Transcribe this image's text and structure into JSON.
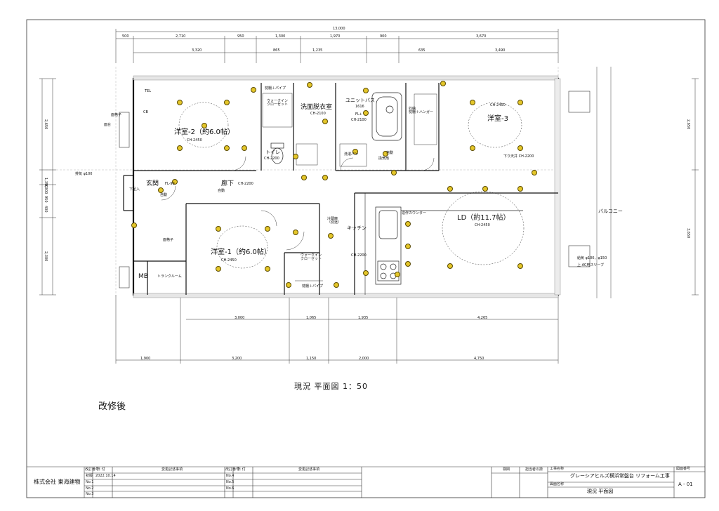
{
  "drawing": {
    "title": "現況 平面図 1：50",
    "stage_note": "改修後",
    "overall_dimension": "13,000",
    "top_dimensions": [
      "500",
      "2,710",
      "950",
      "1,300",
      "1,970",
      "900",
      "3,670"
    ],
    "top_dimensions_2": [
      "3,320",
      "865",
      "1,235",
      "635",
      "3,490"
    ],
    "bottom_dimensions": [
      "1,900",
      "3,200",
      "1,150",
      "2,000",
      "4,750"
    ],
    "bottom_dimensions_2": [
      "3,000",
      "1,065",
      "1,935",
      "4,265"
    ],
    "left_dimensions": [
      "2,650",
      "1,350",
      "950",
      "400",
      "2,300",
      "8,300"
    ],
    "right_dimensions": [
      "2,650",
      "3,650"
    ]
  },
  "rooms": {
    "yoshitsu2": "洋室-2（約6.0帖）",
    "yoshitsu2_ch": "CH-2450",
    "yoshitsu3": "洋室-3",
    "yoshitsu3_ch": "CH-2450",
    "yoshitsu1": "洋室-1（約6.0帖）",
    "yoshitsu1_ch": "CH-2450",
    "ld": "LD（約11.7帖）",
    "ld_ch": "CH-2450",
    "senmen": "洗面脱衣室",
    "senmen_ch": "CH-2100",
    "unit_bath": "ユニットバス",
    "unit_bath_sub": "1616",
    "unit_bath_ch": "FL+",
    "unit_bath_ch2": "CH-2100",
    "toilet": "トイレ",
    "toilet_ch": "CH-2200",
    "genkan": "玄関",
    "genkan_fl": "FL-90",
    "rouka": "廊下",
    "rouka_ch": "CH-2200",
    "kitchen": "キッチン",
    "kitchen_ch": "CH-2200",
    "balcony": "バルコニー",
    "wic1": "ウォークイン\nクローゼット",
    "wic2": "ウォークイン\nクローゼット",
    "mb": "MB",
    "trunk": "トランクルーム",
    "shuno": "収納\n枕棚＋ハンガー",
    "makura_pipe_1": "枕棚＋パイプ",
    "makura_pipe_2": "枕棚＋パイプ",
    "sagari": "下り天井 CH-2200",
    "zosaku": "造作カウンター",
    "reizoko": "冷蔵庫\n（別途）",
    "shimagoshi": "面格子",
    "shimagoshi2": "面格子",
    "mendai": "面台",
    "haiki": "排気 φ100",
    "kyuki": "給気 φ100，φ150",
    "kyuki2": "上 AC用スリーブ",
    "shitabako": "下足入",
    "jido": "自動",
    "jido2": "自動",
    "jido3": "自動",
    "sentaku": "洗濯パン",
    "sansei": "換気扇",
    "tel": "TEL",
    "cb": "CB"
  },
  "title_block": {
    "company": "株式会社 東海建物",
    "col_rev": "改訂番号",
    "col_date": "日 付",
    "col_content": "変更記述事項",
    "rows": [
      "初版",
      "No.1",
      "No.2",
      "No.3"
    ],
    "first_date": "2022.10.14",
    "rows_right": [
      "No.4",
      "No.5",
      "No.6"
    ],
    "col_check": "検図",
    "col_approve": "担当者の捺",
    "project_label": "工事名称",
    "project_name": "グレーシアヒルズ横浜常盤台 リフォーム工事",
    "sheet_label": "図面名称",
    "sheet_name": "現況 平面図",
    "number_label": "図面番号",
    "number": "A - 01"
  }
}
